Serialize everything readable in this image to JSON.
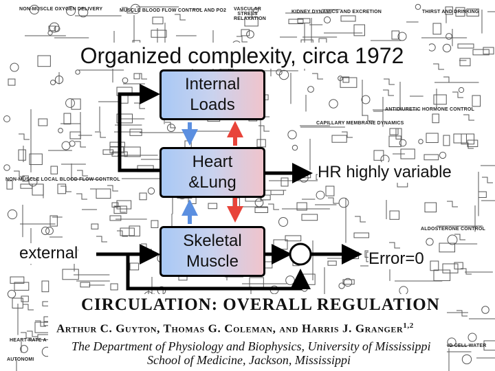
{
  "title": "Organized complexity, circa 1972",
  "boxes": {
    "internal_loads": "Internal\nLoads",
    "heart_lung": "Heart\n&Lung",
    "skeletal_muscle": "Skeletal\nMuscle"
  },
  "labels": {
    "external": "external",
    "hr_variable": "HR highly variable",
    "error": "Error=0"
  },
  "background_sections": {
    "top": [
      "NON-MUSCLE OXYGEN DELIVERY",
      "MUSCLE BLOOD FLOW CONTROL AND PO2",
      "VASCULAR STRESS RELAXATION",
      "KIDNEY DYNAMICS AND EXCRETION",
      "THIRST AND DRINKING"
    ],
    "right": [
      "ANTIDIURETIC HORMONE CONTROL",
      "CAPILLARY MEMBRANE DYNAMICS",
      "ALDOSTERONE CONTROL"
    ],
    "left": [
      "NON-MUSCLE LOCAL BLOOD FLOW CONTROL",
      "HEART RATE A",
      "AUTONOMI"
    ],
    "bottom_right": "ND CELL WATER"
  },
  "paper": {
    "title": "CIRCULATION:  OVERALL  REGULATION",
    "authors": "Arthur C. Guyton, Thomas G. Coleman, and Harris J. Granger",
    "author_sup": "1,2",
    "department": "The Department of Physiology and Biophysics, University of Mississippi",
    "school": "School of Medicine, Jackson, Mississippi"
  },
  "colors": {
    "box_left": "#a9c9f5",
    "box_right": "#f0c4cc",
    "arrow_up": "#e8443a",
    "arrow_down": "#5b8fe0",
    "lines": "#000000"
  }
}
